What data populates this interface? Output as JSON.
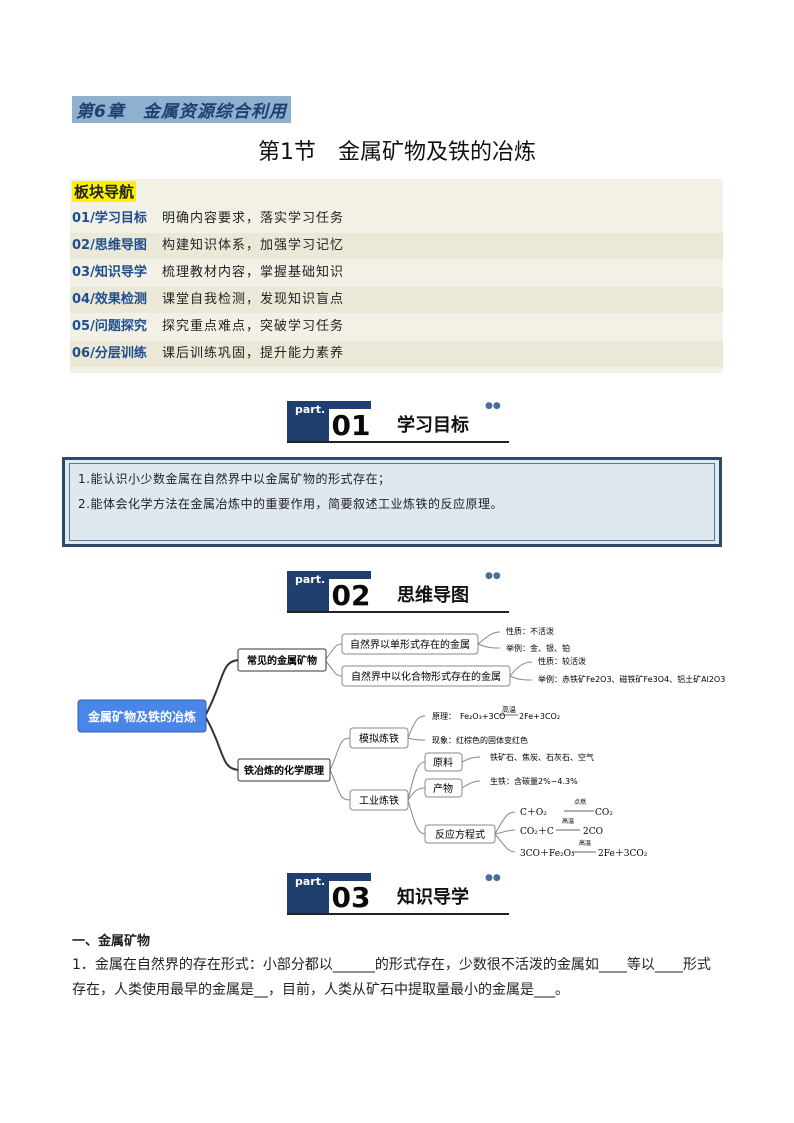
{
  "chapter": "第6章　金属资源综合利用",
  "section_title": "第1节　金属矿物及铁的冶炼",
  "nav": {
    "heading": "板块导航",
    "items": [
      {
        "code": "01/学习目标",
        "desc": "明确内容要求，落实学习任务"
      },
      {
        "code": "02/思维导图",
        "desc": "构建知识体系，加强学习记忆"
      },
      {
        "code": "03/知识导学",
        "desc": "梳理教材内容，掌握基础知识"
      },
      {
        "code": "04/效果检测",
        "desc": "课堂自我检测，发现知识盲点"
      },
      {
        "code": "05/问题探究",
        "desc": "探究重点难点，突破学习任务"
      },
      {
        "code": "06/分层训练",
        "desc": "课后训练巩固，提升能力素养"
      }
    ]
  },
  "parts": [
    {
      "label": "part.",
      "num": "01",
      "title": "学习目标"
    },
    {
      "label": "part.",
      "num": "02",
      "title": "思维导图"
    },
    {
      "label": "part.",
      "num": "03",
      "title": "知识导学"
    }
  ],
  "goals": [
    "1.能认识小少数金属在自然界中以金属矿物的形式存在；",
    "2.能体会化学方法在金属冶炼中的重要作用，简要叙述工业炼铁的反应原理。"
  ],
  "mindmap": {
    "root": "金属矿物及铁的冶炼",
    "branch1": "常见的金属矿物",
    "b1_a": "自然界以单形式存在的金属",
    "b1_a_prop": "性质：不活泼",
    "b1_a_ex": "举例：金、银、铂",
    "b1_b": "自然界中以化合物形式存在的金属",
    "b1_b_prop": "性质：较活泼",
    "b1_b_ex": "举例：赤铁矿Fe2O3、磁铁矿Fe3O4、铝土矿Al2O3",
    "branch2": "铁冶炼的化学原理",
    "b2_a": "模拟炼铁",
    "b2_a_principle_lbl": "原理：",
    "b2_a_principle": "Fe₂O₃+3CO",
    "b2_a_cond": "高温",
    "b2_a_product": "2Fe+3CO₂",
    "b2_a_phen": "现象：红棕色的固体变红色",
    "b2_b": "工业炼铁",
    "b2_b1": "原料",
    "b2_b1_d": "铁矿石、焦炭、石灰石、空气",
    "b2_b2": "产物",
    "b2_b2_d": "生铁：含碳量2%~4.3%",
    "b2_b3": "反应方程式",
    "eq1_l": "C＋O₂",
    "eq1_c": "点燃",
    "eq1_r": "CO₂",
    "eq2_l": "CO₂＋C",
    "eq2_c": "高温",
    "eq2_r": "2CO",
    "eq3_l": "3CO＋Fe₂O₃",
    "eq3_c": "高温",
    "eq3_r": "2Fe＋3CO₂"
  },
  "knowledge": {
    "heading": "一、金属矿物",
    "p1_line1": "1．金属在自然界的存在形式：小部分都以______的形式存在，少数很不活泼的金属如____等以____形式",
    "p1_line2": "存在，人类使用最早的金属是__，目前，人类从矿石中提取量最小的金属是___。"
  }
}
